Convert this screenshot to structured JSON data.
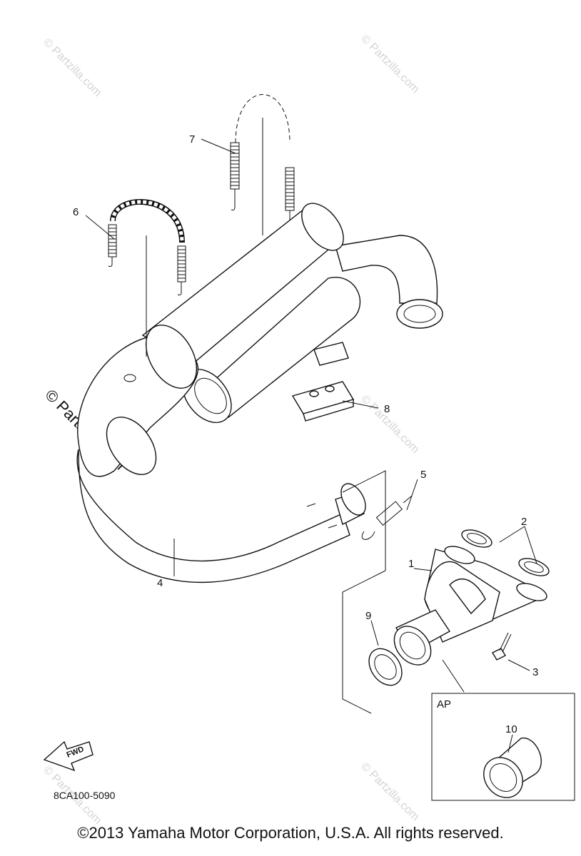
{
  "watermark": {
    "text": "© Partzilla.com",
    "color": "#d4d4d4"
  },
  "callouts": {
    "p1": "1",
    "p2": "2",
    "p3": "3",
    "p4": "4",
    "p5": "5",
    "p6": "6",
    "p7": "7",
    "p8": "8",
    "p9": "9",
    "p10": "10"
  },
  "inset": {
    "label": "AP"
  },
  "fwd_arrow": {
    "label": "FWD"
  },
  "diagram_code": "8CA100-5090",
  "copyright": "©2013  Yamaha Motor Corporation, U.S.A. All rights reserved."
}
